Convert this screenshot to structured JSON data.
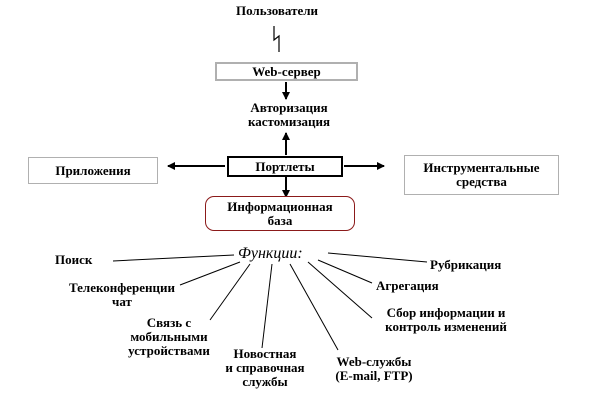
{
  "top_node": "Пользователи",
  "web_server": "Web-сервер",
  "authorization": [
    "Авторизация",
    "кастомизация"
  ],
  "applications": "Приложения",
  "portlets": "Портлеты",
  "tools": [
    "Инструментальные",
    "средства"
  ],
  "info_base": [
    "Информационная",
    "база"
  ],
  "functions_title": "Функции:",
  "functions": {
    "search": "Поиск",
    "teleconf": [
      "Телеконференции",
      "чат"
    ],
    "mobile": [
      "Связь с",
      "мобильными",
      "устройствами"
    ],
    "news": [
      "Новостная",
      "и справочная",
      "службы"
    ],
    "web_services": [
      "Web-службы",
      "(E-mail, FTP)"
    ],
    "collection": [
      "Сбор информации и",
      "контроль изменений"
    ],
    "aggregation": "Агрегация",
    "rubrication": "Рубрикация"
  },
  "colors": {
    "box_border_gray": "#b0b0b0",
    "info_base_border": "#8b1a1a",
    "line": "#000000"
  }
}
